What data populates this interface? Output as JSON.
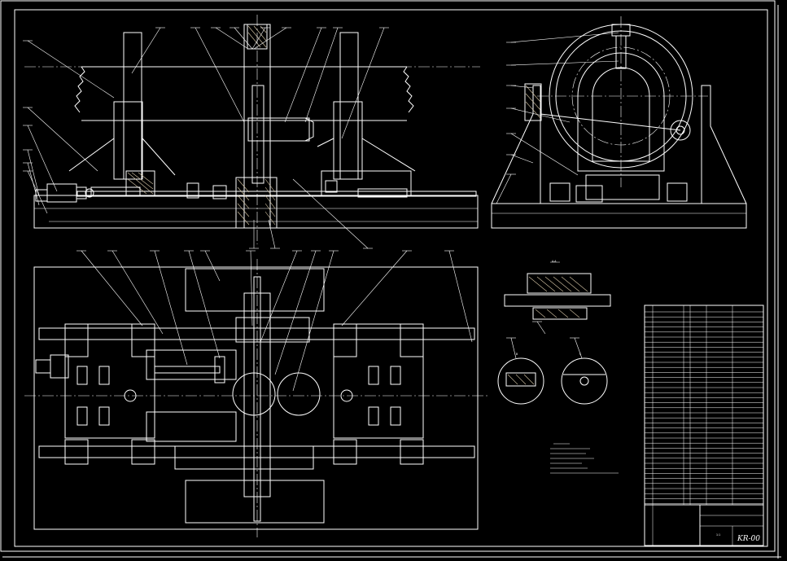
{
  "drawing": {
    "code": "KR-00",
    "scale": "1:1"
  },
  "colors": {
    "background": "#000000",
    "line": "#ffffff",
    "hatch": "#d9c9a8"
  },
  "view_marks": {
    "top": "A-A",
    "left": "B",
    "right": "C"
  }
}
